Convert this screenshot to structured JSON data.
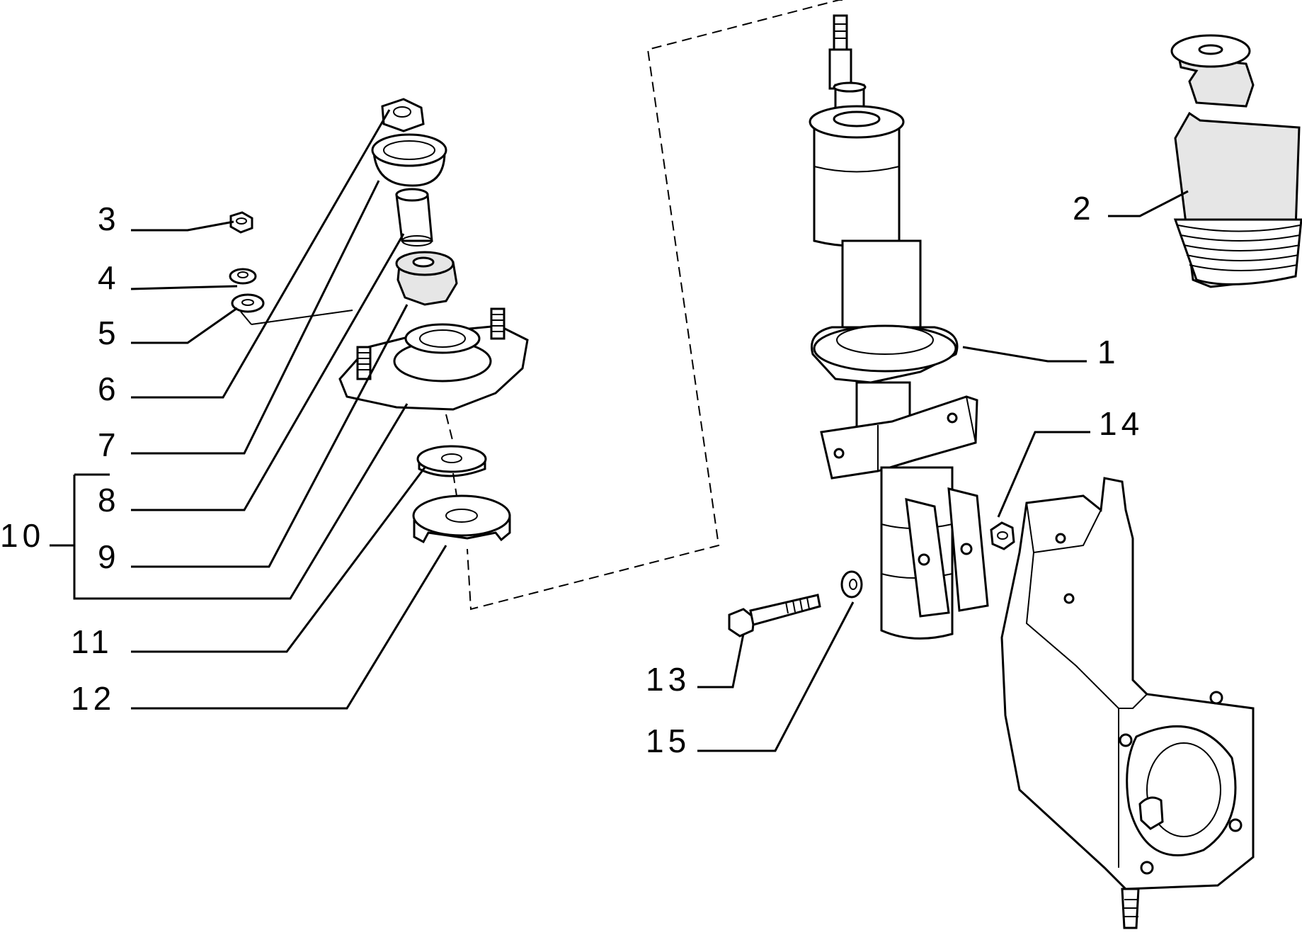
{
  "callouts": [
    {
      "id": "1",
      "label": "1"
    },
    {
      "id": "2",
      "label": "2"
    },
    {
      "id": "3",
      "label": "3"
    },
    {
      "id": "4",
      "label": "4"
    },
    {
      "id": "5",
      "label": "5"
    },
    {
      "id": "6",
      "label": "6"
    },
    {
      "id": "7",
      "label": "7"
    },
    {
      "id": "8",
      "label": "8"
    },
    {
      "id": "9",
      "label": "9"
    },
    {
      "id": "10",
      "label": "10"
    },
    {
      "id": "11",
      "label": "11"
    },
    {
      "id": "12",
      "label": "12"
    },
    {
      "id": "13",
      "label": "13"
    },
    {
      "id": "14",
      "label": "14"
    },
    {
      "id": "15",
      "label": "15"
    }
  ],
  "parts": [
    {
      "id": "shock-absorber",
      "callout": "1"
    },
    {
      "id": "dust-boot",
      "callout": "2"
    },
    {
      "id": "nut-small",
      "callout": "3"
    },
    {
      "id": "lock-washer",
      "callout": "4"
    },
    {
      "id": "flat-washer",
      "callout": "5"
    },
    {
      "id": "top-nut",
      "callout": "6"
    },
    {
      "id": "top-cup",
      "callout": "7"
    },
    {
      "id": "spacer-sleeve",
      "callout": "8"
    },
    {
      "id": "rubber-bushing",
      "callout": "9"
    },
    {
      "id": "top-mount-assembly",
      "callout": "10"
    },
    {
      "id": "lower-washer",
      "callout": "11"
    },
    {
      "id": "lower-seat",
      "callout": "12"
    },
    {
      "id": "bolt",
      "callout": "13"
    },
    {
      "id": "bolt-nut",
      "callout": "14"
    },
    {
      "id": "bolt-washer",
      "callout": "15"
    },
    {
      "id": "steering-knuckle",
      "callout": ""
    }
  ]
}
